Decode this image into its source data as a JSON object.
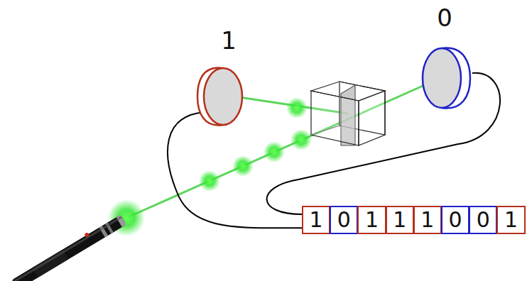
{
  "diagram": {
    "nodes": [
      {
        "text": [
          "1"
        ]
      },
      {
        "text": [
          "0"
        ]
      },
      {
        "text": [
          "1"
        ]
      },
      {
        "text": [
          "0"
        ]
      },
      {
        "text": [
          "1"
        ]
      },
      {
        "text": [
          "1"
        ]
      },
      {
        "text": [
          "1"
        ]
      },
      {
        "text": [
          "0"
        ]
      },
      {
        "text": [
          "0"
        ]
      },
      {
        "text": [
          "1"
        ]
      }
    ],
    "edges": [
      {
        "from": 0,
        "to": 2,
        "arrow": "none"
      },
      {
        "from": 1,
        "to": 2,
        "arrow": "none"
      }
    ]
  }
}
